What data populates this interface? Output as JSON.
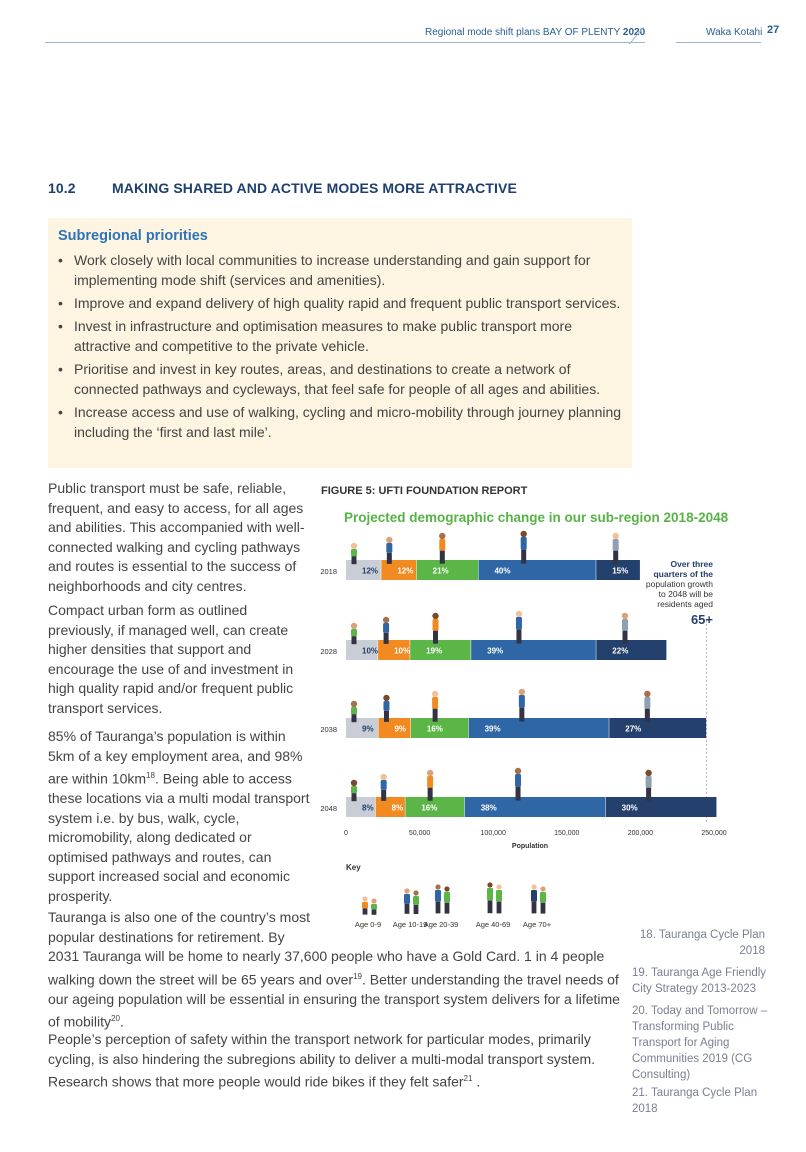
{
  "header": {
    "doc_title": "Regional mode shift plans BAY OF PLENTY",
    "year": "2020",
    "org": "Waka Kotahi",
    "page_number": "27"
  },
  "section": {
    "number": "10.2",
    "title": "MAKING SHARED AND ACTIVE MODES MORE ATTRACTIVE"
  },
  "priorities": {
    "heading": "Subregional priorities",
    "items": [
      "Work closely with local communities to increase understanding and gain support for implementing mode shift (services and amenities).",
      "Improve and expand delivery of high quality rapid and frequent public transport services.",
      "Invest in infrastructure and optimisation measures to make public transport more attractive and competitive to the private vehicle.",
      "Prioritise and invest in key routes, areas, and destinations to create a network of connected pathways and cycleways, that feel safe for people of all ages and abilities.",
      "Increase access and use of walking, cycling and micro-mobility through journey planning including the ‘first and last mile’."
    ]
  },
  "body": {
    "p1": "Public transport must be safe, reliable, frequent, and easy to access, for all ages and abilities.  This accompanied with well-connected walking and cycling pathways and routes is essential to the success of neighborhoods and city centres.",
    "p2": "Compact urban form as outlined previously, if managed well, can create higher densities that support and encourage the use of and investment in high quality rapid and/or frequent public transport services.",
    "p3a": "85% of Tauranga’s population is within 5km of a key employment area, and 98% are within 10km",
    "p3_sup": "18",
    "p3b": ". Being able to access these locations via a multi modal transport system i.e. by bus, walk, cycle, micromobility, along dedicated or optimised pathways and routes, can support increased social and economic prosperity.",
    "p4a_narrow": "Tauranga is also one of the country’s most popular destinations for retirement. By",
    "p4b": "2031 Tauranga will be home to nearly 37,600 people who have a Gold Card.  1 in 4 people walking down the street will be 65 years and over",
    "p4_sup": "19",
    "p4c": ". Better understanding the travel needs of our ageing population will be essential in ensuring the transport system delivers for a lifetime of mobility",
    "p4_sup2": "20",
    "p4d": ".",
    "p5a": "People’s perception of safety within the transport network for particular modes, primarily cycling, is also hindering the subregions ability to deliver a multi-modal transport system. Research shows that more people would ride bikes if they felt safer",
    "p5_sup": "21",
    "p5b": " ."
  },
  "footnotes": [
    "18. Tauranga Cycle Plan 2018",
    "19. Tauranga Age Friendly City Strategy 2013-2023",
    "20. Today and Tomorrow – Transforming Public Transport for Aging Communities 2019 (CG Consulting)",
    "21. Tauranga Cycle Plan 2018"
  ],
  "figure": {
    "caption": "FIGURE 5: UFTI FOUNDATION REPORT",
    "title": "Projected demographic change in our sub-region 2018-2048",
    "annotation_lines": [
      "Over three",
      "quarters of the",
      "population growth",
      "to 2048 will be",
      "residents aged"
    ],
    "annotation_big": "65+",
    "key_label": "Key",
    "age_labels": [
      "Age 0-9",
      "Age 10-19",
      "Age 20-39",
      "Age 40-69",
      "Age 70+"
    ]
  },
  "chart_data": {
    "type": "bar",
    "title": "Projected demographic change in our sub-region 2018-2048",
    "xlabel": "Population",
    "xlim": [
      0,
      250000
    ],
    "x_ticks": [
      "0",
      "50,000",
      "100,000",
      "150,000",
      "200,000",
      "250,000"
    ],
    "categories": [
      "2018",
      "2028",
      "2038",
      "2048"
    ],
    "stacked": true,
    "totals": [
      200000,
      218000,
      245000,
      252000
    ],
    "series": [
      {
        "name": "Age 0-9",
        "color": "#c8cdd6",
        "percent": [
          12,
          10,
          9,
          8
        ]
      },
      {
        "name": "Age 10-19",
        "color": "#f18b21",
        "percent": [
          12,
          10,
          9,
          8
        ]
      },
      {
        "name": "Age 20-39",
        "color": "#5cb547",
        "percent": [
          21,
          19,
          16,
          16
        ]
      },
      {
        "name": "Age 40-69",
        "color": "#2f66a6",
        "percent": [
          40,
          39,
          39,
          38
        ]
      },
      {
        "name": "Age 70+",
        "color": "#24406c",
        "percent": [
          15,
          22,
          27,
          30
        ]
      }
    ]
  }
}
